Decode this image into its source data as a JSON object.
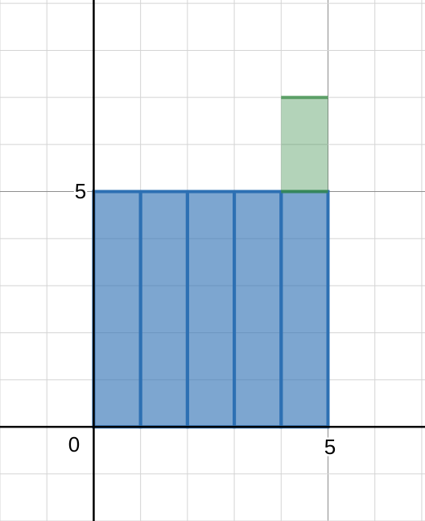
{
  "graph": {
    "x_range": [
      -2,
      7.07
    ],
    "y_range": [
      -2.0,
      9.07
    ],
    "grid_step": 1,
    "major_lines": {
      "x": [
        5
      ],
      "y": [
        5
      ]
    },
    "tick_labels": {
      "origin": "0",
      "x_five": "5",
      "y_five": "5"
    },
    "colors": {
      "blue_fill": "#2d70b3",
      "blue_stroke": "#2d70b3",
      "green_fill": "#388c46",
      "green_stroke": "#388c46",
      "axis": "#000000",
      "grid": "#d4d4d4"
    },
    "blue_rectangles": [
      {
        "x0": 0,
        "x1": 1,
        "y0": 0,
        "y1": 5
      },
      {
        "x0": 1,
        "x1": 2,
        "y0": 0,
        "y1": 5
      },
      {
        "x0": 2,
        "x1": 3,
        "y0": 0,
        "y1": 5
      },
      {
        "x0": 3,
        "x1": 4,
        "y0": 0,
        "y1": 5
      },
      {
        "x0": 4,
        "x1": 5,
        "y0": 0,
        "y1": 5
      }
    ],
    "green_rectangle": {
      "x0": 4,
      "x1": 5,
      "y0": 5,
      "y1": 7
    }
  }
}
